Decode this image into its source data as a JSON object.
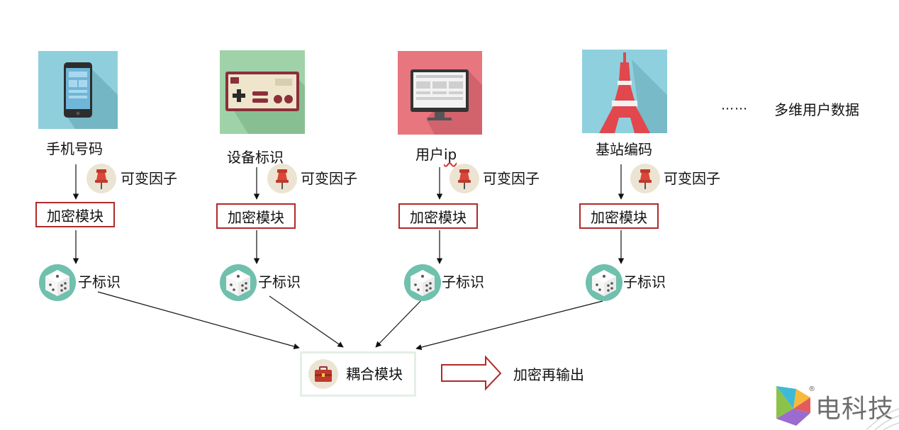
{
  "sources": [
    {
      "label": "手机号码",
      "icon": "smartphone-icon"
    },
    {
      "label": "设备标识",
      "icon": "game-controller-icon"
    },
    {
      "label": "用户ip",
      "icon": "monitor-icon"
    },
    {
      "label": "基站编码",
      "icon": "tower-icon"
    }
  ],
  "ellipsis": "⋯⋯",
  "more_label": "多维用户数据",
  "factor_label": "可变因子",
  "encrypt_label": "加密模块",
  "sub_id_label": "子标识",
  "coupling_label": "耦合模块",
  "output_label": "加密再输出",
  "brand": {
    "name": "电科技",
    "registered": "®"
  },
  "colors": {
    "box_border": "#b02a2a",
    "arrow": "#b02a2a",
    "teal": "#6fc0ad"
  }
}
